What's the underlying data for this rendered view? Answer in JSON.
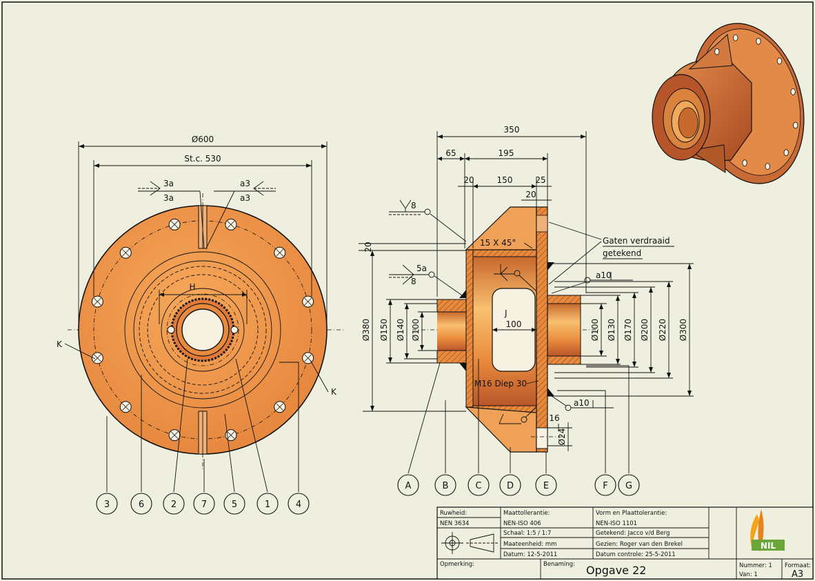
{
  "colors": {
    "background": "#efefdf",
    "part": "#e88a3e",
    "part_light": "#f6a85a",
    "part_dark": "#b8562a",
    "logo_green": "#6aa639",
    "logo_orange": "#f2a51c"
  },
  "front_view": {
    "dim_outer": "Ø600",
    "dim_pitch": "St.c. 530",
    "dim_h": "H",
    "weld_left_top": "3a",
    "weld_left_bottom": "3a",
    "weld_right_top": "a3",
    "weld_right_bottom": "a3",
    "label_k_left": "K",
    "label_k_right": "K",
    "balloons": [
      "3",
      "6",
      "2",
      "7",
      "5",
      "1",
      "4"
    ]
  },
  "section_view": {
    "dims_top": {
      "d350": "350",
      "d65": "65",
      "d195": "195",
      "d20a": "20",
      "d150": "150",
      "d25": "25",
      "d20b": "20"
    },
    "dim_20_left": "20",
    "chamfer": "15 X 45°",
    "note_line1": "Gaten verdraaid",
    "note_line2": "getekend",
    "weld_y": "8",
    "weld_5a": "5a",
    "weld_8": "8",
    "weld_a10_top": "a10",
    "weld_a10_bottom": "a10",
    "label_j": "J",
    "dim_100_inner": "100",
    "left_diameters": [
      "Ø380",
      "Ø150",
      "Ø140",
      "Ø100"
    ],
    "right_diameters": [
      "Ø100",
      "Ø130",
      "Ø170",
      "Ø200",
      "Ø220",
      "Ø300"
    ],
    "thread": "M16 Diep 30",
    "dim_16": "16",
    "dim_24": "Ø24",
    "balloons": [
      "A",
      "B",
      "C",
      "D",
      "E",
      "F",
      "G"
    ]
  },
  "title_block": {
    "ruwheid_label": "Ruwheid:",
    "ruwheid_value": "NEN 3634",
    "maattol_label": "Maattollerantie:",
    "maattol_value": "NEN-ISO 406",
    "schaal": "Schaal:  1:5  /  1:7",
    "maateenheid": "Maateenheid:  mm",
    "datum": "Datum: 12-5-2011",
    "vorm_label": "Vorm en Plaattolerantie:",
    "vorm_value": "NEN-ISO 1101",
    "getekend": "Getekend: Jacco v/d Berg",
    "gezien": "Gezien:    Roger van den Brekel",
    "datum_controle": "Datum controle:  25-5-2011",
    "opmerking": "Opmerking:",
    "benaming_label": "Benaming:",
    "benaming_value": "Opgave 22",
    "nummer": "Nummer: 1",
    "van": "Van:     1",
    "formaat_label": "Formaat:",
    "formaat_value": "A3",
    "logo_text": "NIL"
  }
}
